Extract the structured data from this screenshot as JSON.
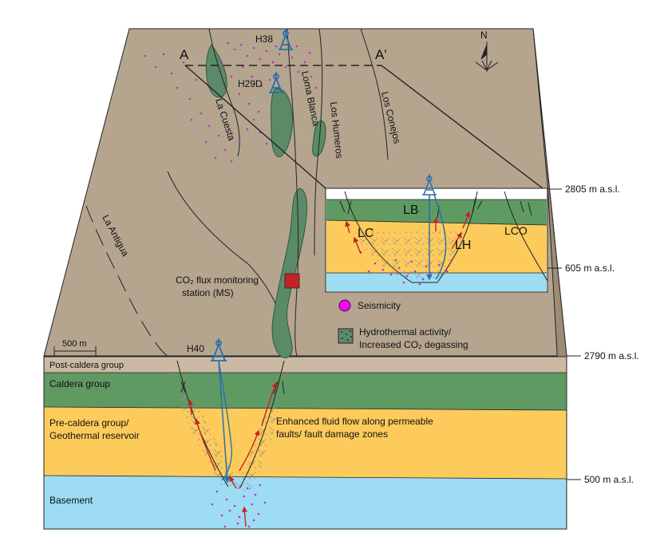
{
  "north": "N",
  "section": {
    "a": "A",
    "a_prime": "A'"
  },
  "wells": {
    "h38": "H38",
    "h29d": "H29D",
    "h40": "H40"
  },
  "faults": {
    "la_cuesta": "La Cuesta",
    "loma_blanca": "Loma Blanca",
    "los_humeros": "Los Humeros",
    "los_conejos": "Los Conejos",
    "la_antigua": "La Antigua"
  },
  "inset": {
    "lb": "LB",
    "lc": "LC",
    "lh": "LH",
    "lco": "LCO"
  },
  "elevations": {
    "top_inset": "2805 m a.s.l.",
    "bottom_inset": "605 m a.s.l.",
    "top_block": "2790 m a.s.l.",
    "bottom_block": "500 m a.s.l."
  },
  "station": {
    "line1": "CO₂ flux monitoring",
    "line2": "station (MS)"
  },
  "legend": {
    "seismicity": "Seismicity",
    "hydro_line1": "Hydrothermal activity/",
    "hydro_line2": "Increased CO₂ degassing"
  },
  "scale_bar": "500 m",
  "layers": {
    "post_caldera": "Post-caldera group",
    "caldera": "Caldera group",
    "pre_caldera_1": "Pre-caldera group/",
    "pre_caldera_2": "Geothermal reservoir",
    "basement": "Basement"
  },
  "annotation": {
    "line1": "Enhanced fluid flow along permeable",
    "line2": "faults/ fault damage zones"
  },
  "colors": {
    "surface": "#b5a58f",
    "side_face": "#9c8c75",
    "post_caldera": "#cbb9a3",
    "caldera": "#5f9a63",
    "reservoir": "#fdcb5b",
    "basement": "#9ddcf2",
    "hydrothermal": "#5b8a68",
    "seismicity": "#c52bd0",
    "well": "#2b6fa8",
    "fluid_arrow": "#c42222",
    "station": "#c42227"
  }
}
